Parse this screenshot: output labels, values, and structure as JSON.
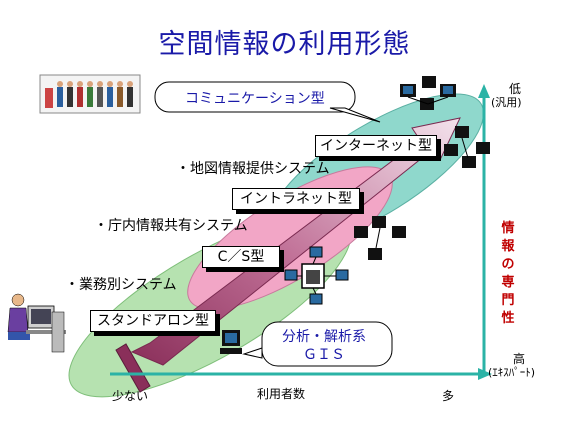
{
  "title": "空間情報の利用形態",
  "systems": {
    "map_info": "・地図情報提供システム",
    "agency_share": "・庁内情報共有システム",
    "business": "・業務別システム"
  },
  "types": {
    "communication": "コミュニケーション型",
    "internet": "インターネット型",
    "intranet": "イントラネット型",
    "cs": "C／S型",
    "standalone": "スタンドアロン型"
  },
  "analysis": {
    "line1": "分析・解析系",
    "line2": "ＧＩＳ"
  },
  "x_axis": {
    "left": "少ない",
    "center": "利用者数",
    "right": "多"
  },
  "y_axis": {
    "top": "低",
    "top_sub": "(汎用)",
    "bottom": "高",
    "bottom_sub": "(ｴｷｽﾊﾟｰﾄ)",
    "vertical_label": [
      "情",
      "報",
      "の",
      "専",
      "門",
      "性"
    ]
  },
  "colors": {
    "title": "#1a1aa8",
    "axis": "#2bb3a6",
    "ellipse_green": "#b6e2b0",
    "ellipse_teal": "#8fd8cc",
    "ellipse_pink": "#f2a6c6",
    "arrow_light": "#efc9dc",
    "arrow_dark": "#8a2f5a",
    "specialty_label": "#c00000"
  }
}
